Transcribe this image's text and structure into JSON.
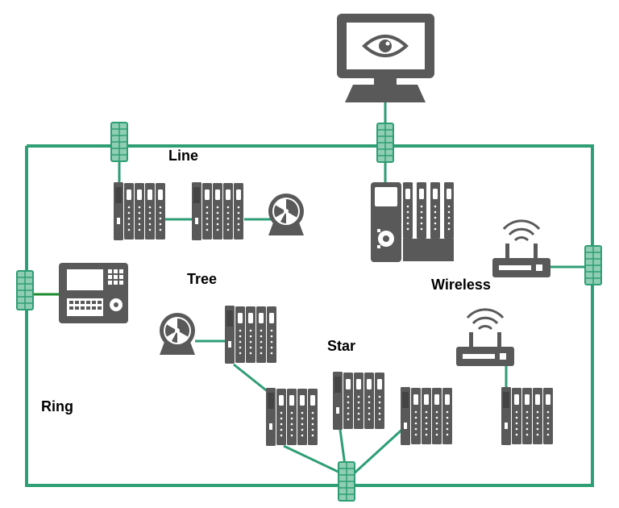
{
  "labels": {
    "line": "Line",
    "tree": "Tree",
    "star": "Star",
    "ring": "Ring",
    "wireless": "Wireless"
  },
  "colors": {
    "link": "#2e9e74",
    "link_dark": "#1c8a2e",
    "switch_fill": "#8fceb3",
    "switch_stroke": "#2e9e74",
    "device": "#595959",
    "device_light": "#ffffff"
  },
  "icons": {
    "monitor": "monitor-eye-icon",
    "plc": "plc-rack-icon",
    "controller": "controller-rack-icon",
    "motor": "motor-icon",
    "hmi": "hmi-panel-icon",
    "router": "wireless-router-icon",
    "switch": "network-switch-icon"
  }
}
